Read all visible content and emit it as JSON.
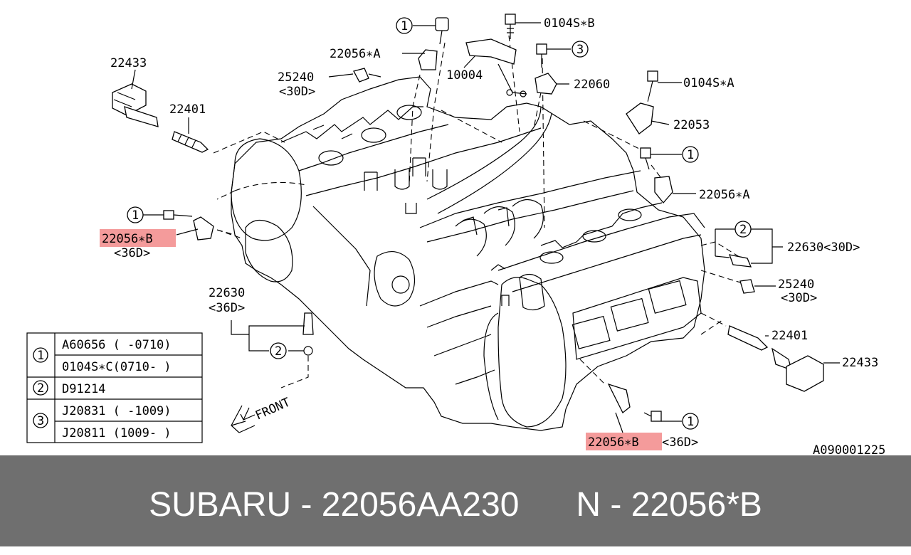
{
  "labels": {
    "l22433_top": "22433",
    "l22401_top": "22401",
    "l22056A_top": "22056∗A",
    "l25240_top": "25240",
    "l30D_top": "<30D>",
    "l10004": "10004",
    "l0104SB": "0104S∗B",
    "l22060": "22060",
    "l0104SA": "0104S∗A",
    "l22053": "22053",
    "l22056A_right": "22056∗A",
    "l22630_right": "22630<30D>",
    "l25240_right": "25240",
    "l30D_right": "<30D>",
    "l22401_right": "22401",
    "l22433_right": "22433",
    "l22056B_left": "22056∗B",
    "l36D_left": "<36D>",
    "l22630_left": "22630",
    "l36D_left2": "<36D>",
    "l22056B_bottom": "22056∗B",
    "l36D_bottom": "<36D>",
    "front": "FRONT",
    "code": "A090001225"
  },
  "callouts": {
    "c1": "1",
    "c2": "2",
    "c3": "3"
  },
  "legend": {
    "row1_num": "1",
    "row1_a": "A60656 ( -0710)",
    "row1_b": "0104S∗C(0710- )",
    "row2_num": "2",
    "row2_a": "D91214",
    "row3_num": "3",
    "row3_a": "J20831 ( -1009)",
    "row3_b": "J20811 (1009- )"
  },
  "footer": {
    "text": "SUBARU - 22056AA230      N - 22056*B"
  },
  "colors": {
    "highlight": "#f28a8a",
    "footer_bg": "#6f6f6f",
    "footer_text": "#ffffff"
  }
}
